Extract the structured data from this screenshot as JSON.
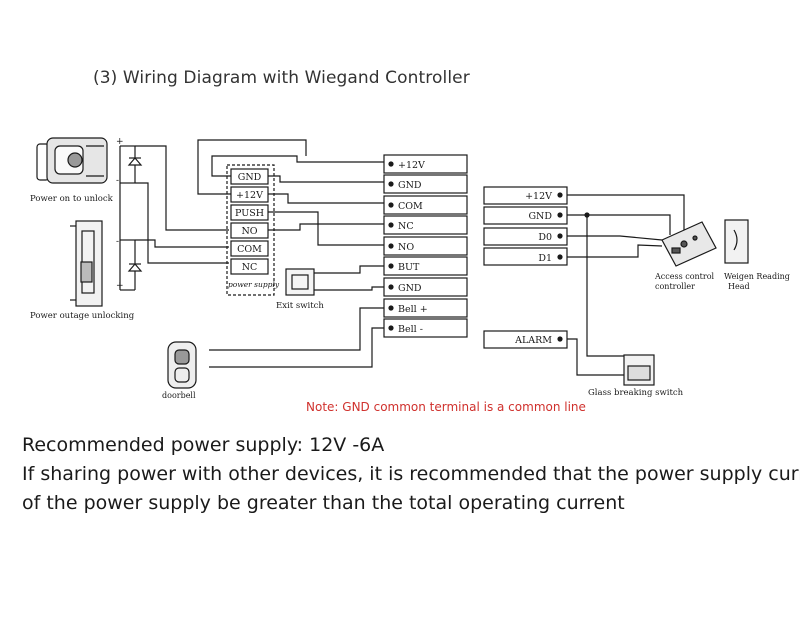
{
  "title": "(3) Wiring Diagram with Wiegand Controller",
  "lock_labels": {
    "power_on_to_unlock": "Power on to unlock",
    "power_outage_unlocking": "Power outage unlocking",
    "plus": "+",
    "minus": "-"
  },
  "power_supply": {
    "caption": "power supply",
    "terminals": [
      "GND",
      "+12V",
      "PUSH",
      "NO",
      "COM",
      "NC"
    ]
  },
  "exit_switch": {
    "caption": "Exit switch"
  },
  "doorbell": {
    "caption": "doorbell"
  },
  "reader_terminals": [
    "+12V",
    "GND",
    "COM",
    "NC",
    "NO",
    "BUT",
    "GND",
    "Bell +",
    "Bell -"
  ],
  "controller_terminals": [
    "+12V",
    "GND",
    "D0",
    "D1"
  ],
  "alarm": {
    "label": "ALARM"
  },
  "access_controller": {
    "line1": "Access control",
    "line2": "controller"
  },
  "wiegand_head": {
    "line1": "Weigen Reading",
    "line2": "Head"
  },
  "glass_switch": {
    "caption": "Glass breaking switch"
  },
  "note": "Note: GND common terminal is a common line",
  "colors": {
    "note": "#d0312d",
    "line": "#1a1a1a"
  },
  "footer": {
    "line1": "Recommended power supply: 12V -6A",
    "line2": "If sharing power with other devices, it is recommended that the power supply current",
    "line3": "of the power supply be greater than the total operating current"
  }
}
